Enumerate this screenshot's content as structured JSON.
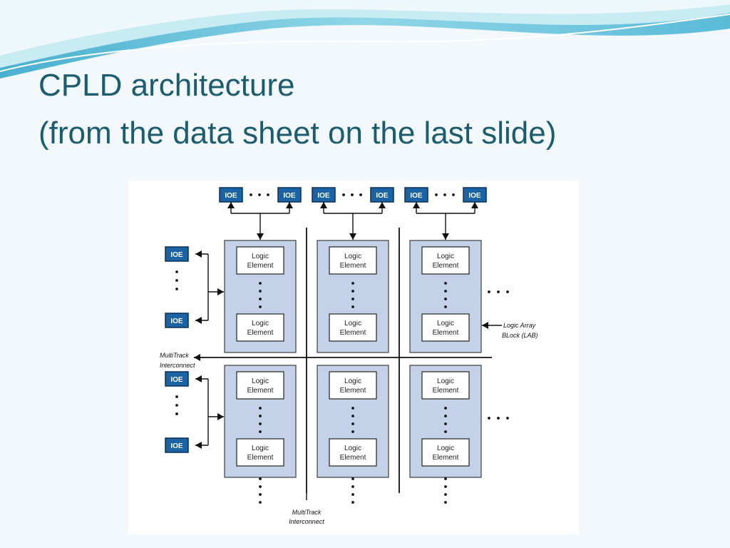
{
  "slide": {
    "title_line_1": "CPLD architecture",
    "title_line_2": "(from the data sheet on the last slide)",
    "colors": {
      "title": "#1b5c6e",
      "background": "#f2f8fb",
      "wave_light": "#bfe6f0",
      "wave_dark": "#4fb6d4"
    }
  },
  "diagram": {
    "ioe_label": "IOE",
    "logic_element_label": [
      "Logic",
      "Element"
    ],
    "lab_label": [
      "Logic Array",
      "BLock (LAB)"
    ],
    "multitrack_left_label": [
      "MultiTrack",
      "Interconnect"
    ],
    "multitrack_bottom_label": [
      "MultiTrack",
      "Interconnect"
    ],
    "colors": {
      "ioe_fill": "#1a64a3",
      "lab_fill": "#c3d2e8"
    }
  }
}
